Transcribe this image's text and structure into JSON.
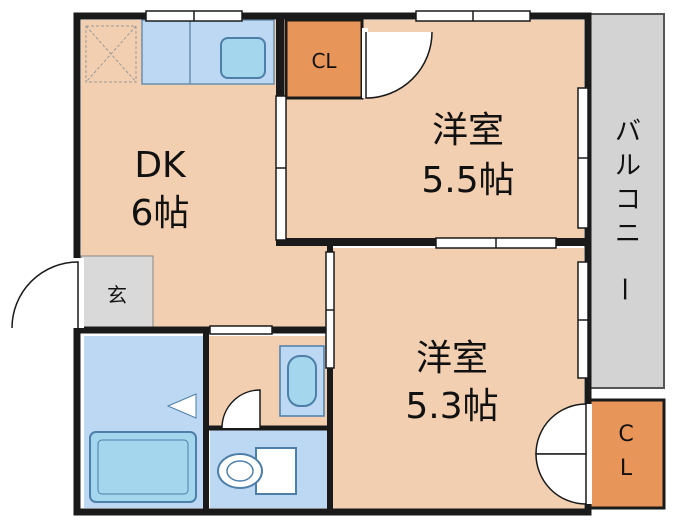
{
  "colors": {
    "room_floor": "#f2cfb0",
    "wet_area": "#bcd8f2",
    "fixture": "#a4d6ee",
    "closet": "#e8955a",
    "balcony": "#d3d3d3",
    "genkan": "#d9d9d9",
    "wall": "#1a1a1a"
  },
  "rooms": {
    "dk": {
      "name": "DK",
      "size": "6帖"
    },
    "western_room_top": {
      "name": "洋室",
      "size": "5.5帖"
    },
    "western_room_bottom": {
      "name": "洋室",
      "size": "5.3帖"
    },
    "closet_top": {
      "label": "CL"
    },
    "closet_bottom": {
      "label_line1": "C",
      "label_line2": "L"
    },
    "entrance": {
      "label": "玄"
    },
    "balcony": {
      "label": "バルコニー"
    }
  },
  "icons": {
    "kitchen": "sink-stove-icon",
    "toilet": "toilet-icon",
    "bath": "bathtub-icon",
    "washbasin": "washbasin-icon"
  }
}
